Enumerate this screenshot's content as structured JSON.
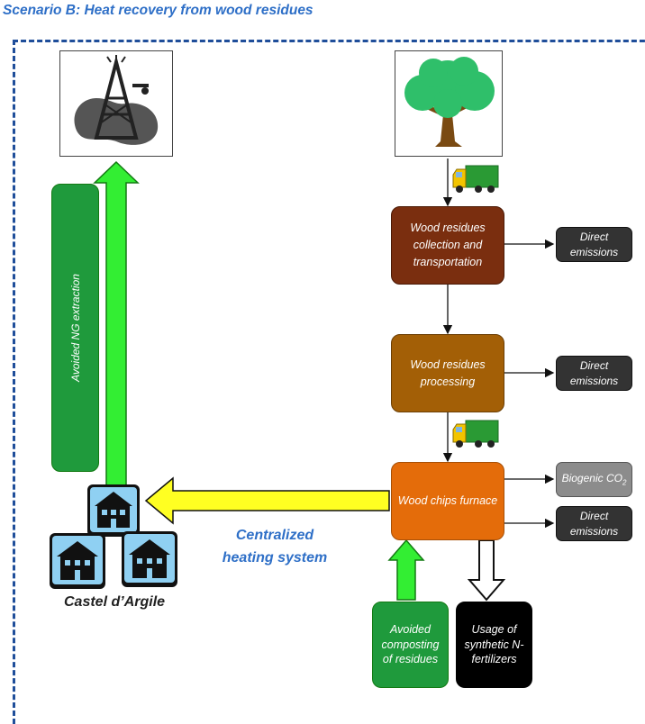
{
  "title": "Scenario B: Heat recovery from wood residues",
  "icons": {
    "gas_rig": "gas-extraction-rig-icon",
    "tree": "tree-icon",
    "truck": "truck-icon",
    "houses": "house-icon"
  },
  "processes": {
    "collection": "Wood residues collection and transportation",
    "processing": "Wood residues processing",
    "furnace": "Wood chips furnace"
  },
  "outputs": {
    "direct_emissions_1": "Direct emissions",
    "direct_emissions_2": "Direct emissions",
    "biogenic": "Biogenic CO",
    "biogenic_sub": "2",
    "direct_emissions_3": "Direct emissions"
  },
  "avoided": {
    "ng_extraction": "Avoided NG extraction",
    "composting": "Avoided composting of residues"
  },
  "fertilizers": "Usage of synthetic N-fertilizers",
  "heating_system": "Centralized heating system",
  "town": "Castel d’Argile",
  "colors": {
    "collection": "#7a2e0f",
    "processing": "#a35f06",
    "furnace": "#e46c0a",
    "avoided_green": "#1f9a3c",
    "bright_green": "#33ee33",
    "yellow_arrow": "#ffff22",
    "frame_blue": "#1f4e9a",
    "title_blue": "#2e6fc7"
  }
}
